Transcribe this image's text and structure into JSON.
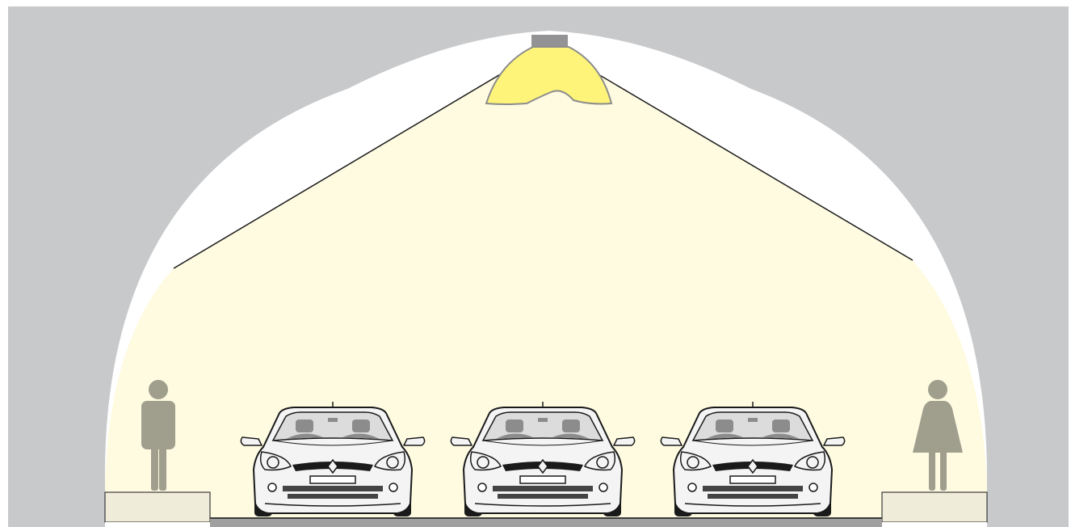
{
  "scene": {
    "colors": {
      "page": "#ffffff",
      "rock": "#c8c9cb",
      "tunnel_air": "#ffffff",
      "light_cone": "#fefbe1",
      "luminaire_housing": "#939395",
      "luminaire_glow": "#fef47a",
      "luminaire_glow_outline": "#8c8c8c",
      "sidewalk": "#efedd9",
      "road": "#a0a0a0",
      "pedestrian": "#a09e8d",
      "car_body": "#f4f4f4",
      "car_outline": "#1a1a1a",
      "windshield": "#dcdcdc",
      "occupant": "#8c8c8c"
    },
    "objects": {
      "tunnel": "tunnel-cross-section",
      "luminaire": "ceiling-luminaire",
      "pedestrians": [
        "man-icon",
        "woman-icon"
      ],
      "cars": [
        "car-left-lane",
        "car-middle-lane",
        "car-right-lane"
      ]
    }
  }
}
